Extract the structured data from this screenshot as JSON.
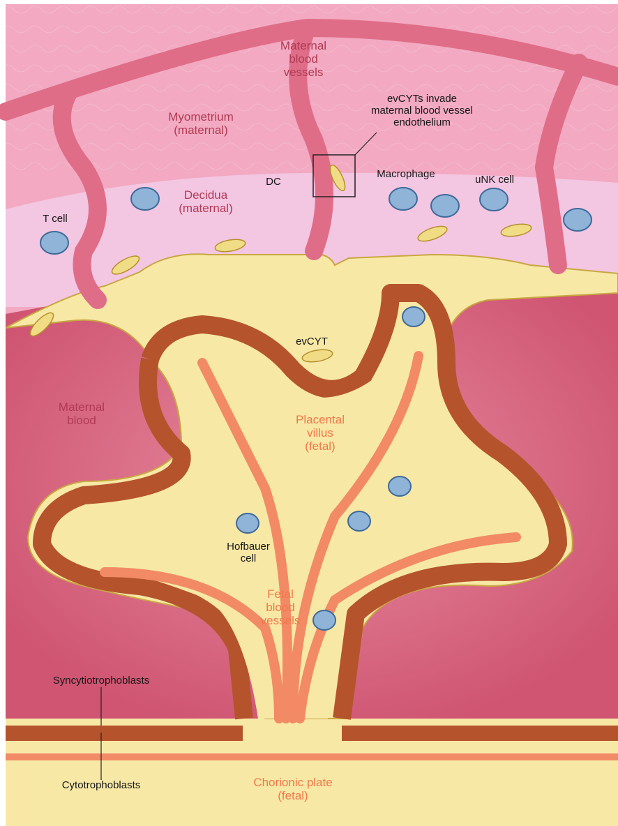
{
  "colors": {
    "myometrium": "#f2a9c1",
    "decidua": "#f3c6e2",
    "maternal_blood": "#d9667f",
    "villus_fill": "#f7e8a6",
    "syncytio_band": "#f1dc86",
    "cytotropho": "#b5542c",
    "fetal_vessel": "#f28a66",
    "maternal_vessel": "#e06d88",
    "immune_cell": "#8fb4d8",
    "maroon_text": "#b03a54",
    "orange_text": "#f0784a"
  },
  "labels": {
    "maternal_vessels": "Maternal\nblood\nvessels",
    "myometrium": "Myometrium\n(maternal)",
    "evcyt_invade": "evCYTs invade\nmaternal blood vessel\nendothelium",
    "decidua": "Decidua\n(maternal)",
    "dc": "DC",
    "macrophage": "Macrophage",
    "unk": "uNK cell",
    "tcell": "T cell",
    "evcyt": "evCYT",
    "maternal_blood": "Maternal\nblood",
    "villus": "Placental\nvillus\n(fetal)",
    "hofbauer": "Hofbauer\ncell",
    "fetal_vessels": "Fetal\nblood\nvessels",
    "syncytio": "Syncytiotrophoblasts",
    "cytotropho": "Cytotrophoblasts",
    "chorionic": "Chorionic plate\n(fetal)"
  }
}
